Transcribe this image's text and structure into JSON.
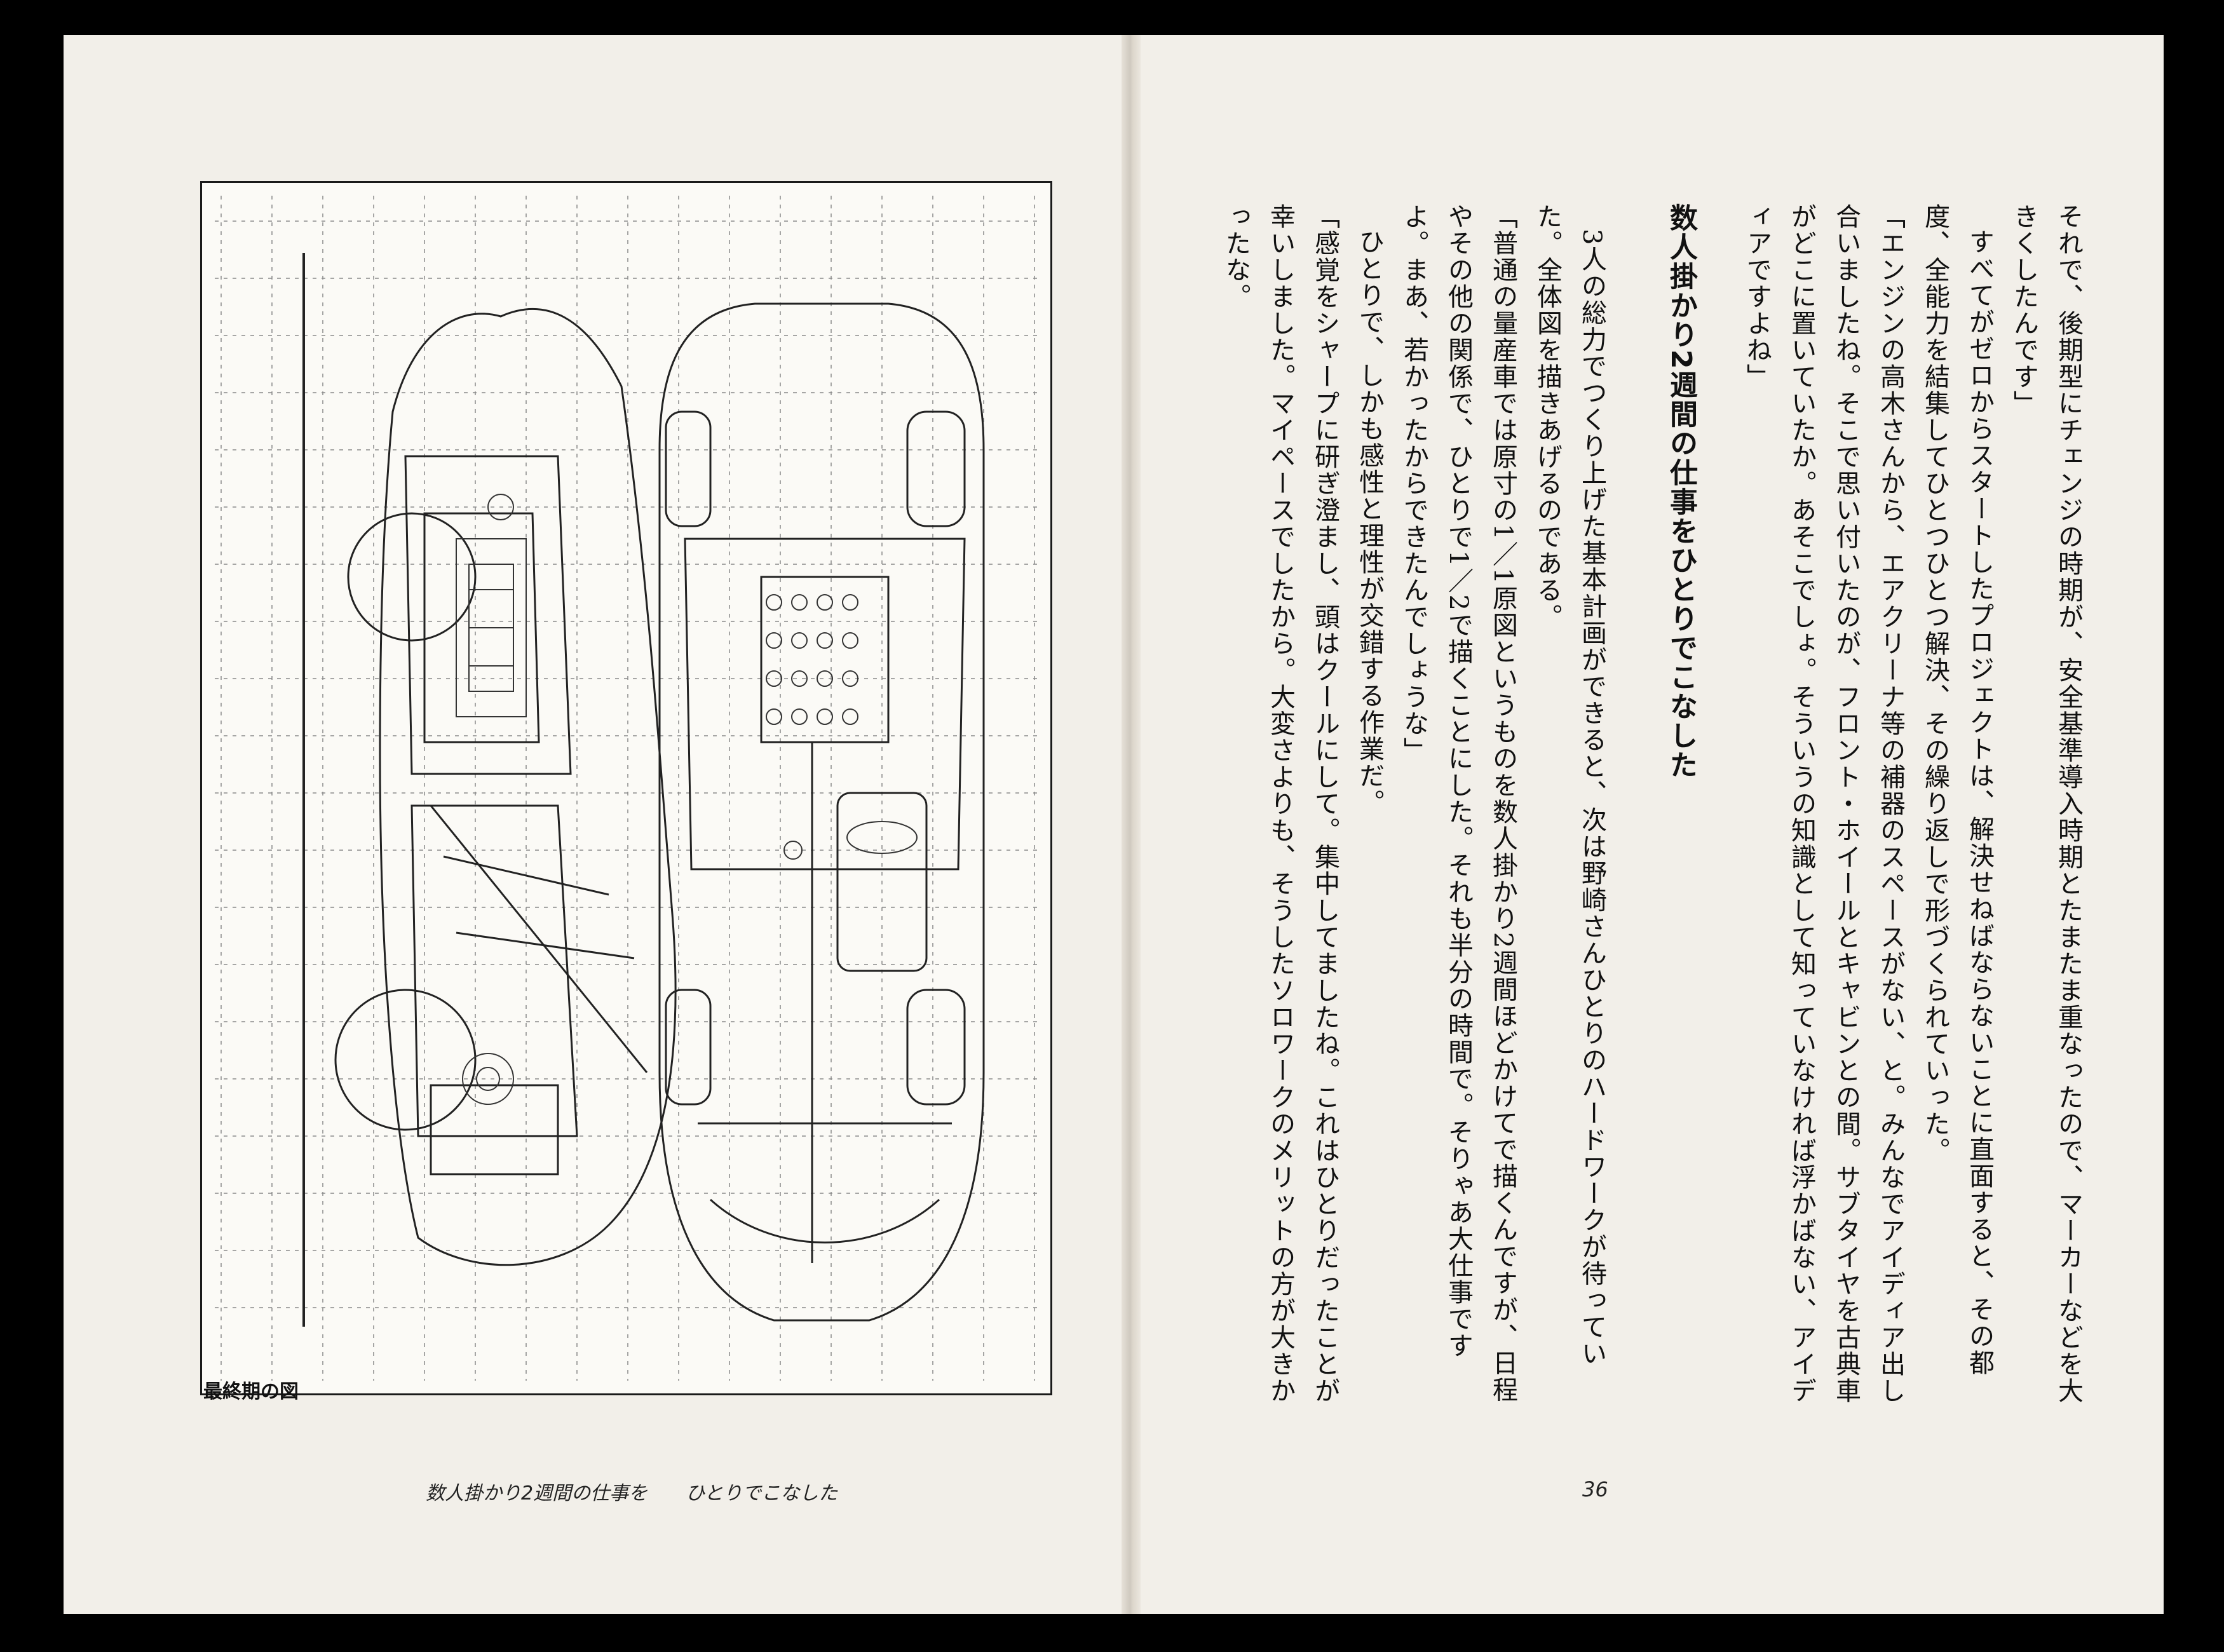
{
  "figure": {
    "caption": "最終期の図"
  },
  "footer": {
    "running_title": "数人掛かり2週間の仕事を　　ひとりでこなした",
    "page_number": "36"
  },
  "body": {
    "paragraphs": [
      "それで、後期型にチェンジの時期が、安全基準導入時期とたまたま重なったので、マーカーなどを大きくしたんです」",
      "すべてがゼロからスタートしたプロジェクトは、解決せねばならないことに直面すると、その都度、全能力を結集してひとつひとつ解決、その繰り返しで形づくられていった。",
      "「エンジンの高木さんから、エアクリーナ等の補器のスペースがない、と。みんなでアイディア出し合いましたね。そこで思い付いたのが、フロント・ホイールとキャビンとの間。サブタイヤを古典車がどこに置いていたか。あそこでしょ。そういうの知識として知っていなければ浮かばない、アイディアですよね」"
    ],
    "heading": "数人掛かり2週間の仕事をひとりでこなした",
    "paragraphs_after": [
      "3人の総力でつくり上げた基本計画ができると、次は野崎さんひとりのハードワークが待っていた。全体図を描きあげるのである。",
      "「普通の量産車では原寸の1／1原図というものを数人掛かり2週間ほどかけてで描くんですが、日程やその他の関係で、ひとりで1／2で描くことにした。それも半分の時間で。そりゃあ大仕事ですよ。まあ、若かったからできたんでしょうな」",
      "ひとりで、しかも感性と理性が交錯する作業だ。",
      "「感覚をシャープに研ぎ澄まし、頭はクールにして。集中してましたね。これはひとりだったことが幸いしました。マイペースでしたから。大変さよりも、そうしたソロワークのメリットの方が大きかったな。"
    ]
  },
  "colors": {
    "paper": "#f2efe9",
    "ink": "#111111",
    "border": "#000000"
  }
}
